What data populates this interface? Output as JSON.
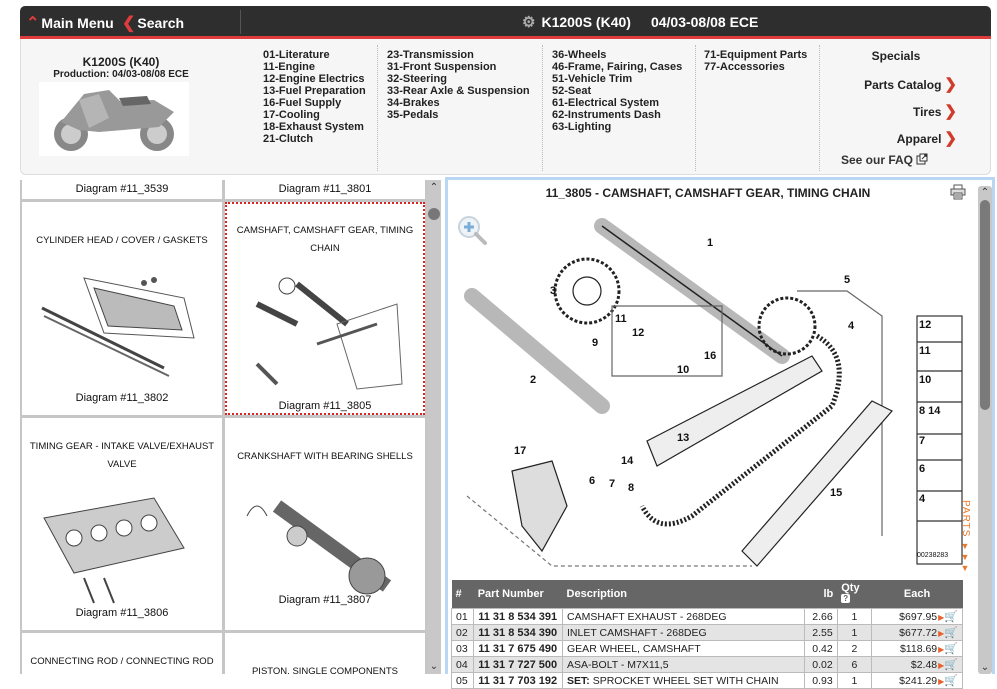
{
  "topbar": {
    "main_menu": "Main Menu",
    "search": "Search",
    "model": "K1200S (K40)",
    "production": "04/03-08/08  ECE"
  },
  "bike": {
    "name": "K1200S (K40)",
    "production": "Production: 04/03-08/08  ECE"
  },
  "categories": {
    "col1": [
      "01-Literature",
      "11-Engine",
      "12-Engine Electrics",
      "13-Fuel Preparation",
      "16-Fuel Supply",
      "17-Cooling",
      "18-Exhaust System",
      "21-Clutch"
    ],
    "col2": [
      "23-Transmission",
      "31-Front Suspension",
      "32-Steering",
      "33-Rear Axle & Suspension",
      "34-Brakes",
      "35-Pedals"
    ],
    "col3": [
      "36-Wheels",
      "46-Frame, Fairing, Cases",
      "51-Vehicle Trim",
      "52-Seat",
      "61-Electrical System",
      "62-Instruments Dash",
      "63-Lighting"
    ],
    "col4": [
      "71-Equipment Parts",
      "77-Accessories"
    ]
  },
  "specials": {
    "title": "Specials",
    "links": [
      "Parts Catalog",
      "Tires",
      "Apparel"
    ],
    "faq": "See our FAQ"
  },
  "diagrams": [
    {
      "title": "",
      "label": "Diagram #11_3539"
    },
    {
      "title": "",
      "label": "Diagram #11_3801"
    },
    {
      "title": "CYLINDER HEAD / COVER / GASKETS",
      "label": "Diagram #11_3802"
    },
    {
      "title": "CAMSHAFT, CAMSHAFT GEAR, TIMING CHAIN",
      "label": "Diagram #11_3805"
    },
    {
      "title": "TIMING GEAR - INTAKE VALVE/EXHAUST VALVE",
      "label": "Diagram #11_3806"
    },
    {
      "title": "CRANKSHAFT WITH BEARING SHELLS",
      "label": "Diagram #11_3807"
    },
    {
      "title": "CONNECTING ROD / CONNECTING ROD",
      "label": ""
    },
    {
      "title": "PISTON, SINGLE COMPONENTS",
      "label": ""
    }
  ],
  "detail": {
    "title": "11_3805 - CAMSHAFT, CAMSHAFT GEAR, TIMING CHAIN",
    "parts_tab": "PARTS",
    "diagram_id": "00238283",
    "callouts": [
      "1",
      "2",
      "3",
      "4",
      "5",
      "6",
      "7",
      "8",
      "9",
      "10",
      "11",
      "12",
      "13",
      "14",
      "15",
      "16",
      "17"
    ],
    "legend": [
      {
        "num": "12"
      },
      {
        "num": "11"
      },
      {
        "num": "10"
      },
      {
        "num": "8\n14"
      },
      {
        "num": "7"
      },
      {
        "num": "6"
      },
      {
        "num": "4"
      }
    ]
  },
  "table": {
    "headers": [
      "#",
      "Part Number",
      "Description",
      "lb",
      "Qty",
      "Each"
    ],
    "rows": [
      {
        "idx": "01",
        "part": "11 31 8 534 391",
        "prefix": "",
        "desc": "CAMSHAFT EXHAUST - 268DEG",
        "lb": "2.66",
        "qty": "1",
        "price": "$697.95"
      },
      {
        "idx": "02",
        "part": "11 31 8 534 390",
        "prefix": "",
        "desc": "INLET CAMSHAFT - 268DEG",
        "lb": "2.55",
        "qty": "1",
        "price": "$677.72"
      },
      {
        "idx": "03",
        "part": "11 31 7 675 490",
        "prefix": "",
        "desc": "GEAR WHEEL, CAMSHAFT",
        "lb": "0.42",
        "qty": "2",
        "price": "$118.69"
      },
      {
        "idx": "04",
        "part": "11 31 7 727 500",
        "prefix": "",
        "desc": "ASA-BOLT - M7X11,5",
        "lb": "0.02",
        "qty": "6",
        "price": "$2.48"
      },
      {
        "idx": "05",
        "part": "11 31 7 703 192",
        "prefix": "SET:",
        "desc": " SPROCKET WHEEL SET WITH CHAIN",
        "lb": "0.93",
        "qty": "1",
        "price": "$241.29"
      }
    ]
  }
}
